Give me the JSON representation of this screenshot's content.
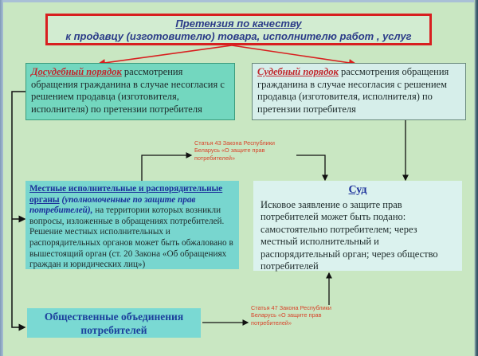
{
  "colors": {
    "background": "#c9e7c2",
    "title_border": "#d81f1f",
    "title_text": "#2b3b88",
    "heading_red": "#c1272d",
    "heading_blue": "#1b2f9a",
    "pretrial_fill": "#73d7bf",
    "judicial_fill": "#d6eeea",
    "local_fill": "#78d6cf",
    "court_fill": "#dbf2ee",
    "public_fill": "#7ad9d3",
    "note_text": "#d8442a",
    "connector": "#111111",
    "connector_red": "#d81f1f"
  },
  "title": {
    "line1": "Претензия по качеству",
    "line2": "к продавцу (изготовителю) товара, исполнителю работ , услуг"
  },
  "pretrial": {
    "heading": "Досудебный порядок",
    "text": " рассмотрения обращения гражданина в случае несогласия с решением продавца (изготовителя, исполнителя) по претензии потребителя"
  },
  "judicial": {
    "heading": "Судебный порядок",
    "text": " рассмотрения обращения гражданина в случае несогласия с решением продавца (изготовителя, исполнителя) по претензии потребителя"
  },
  "local_authorities": {
    "heading": "Местные исполнительные и распорядительные органы",
    "subheading": "(уполномоченные по защите прав потребителей),",
    "text1": " на территории которых возникли вопросы, изложенные в обращениях потребителей.",
    "text2": "Решение местных исполнительных и распорядительных органов может быть обжаловано в вышестоящий орган (ст. 20 Закона «Об обращениях граждан и юридических лиц»)"
  },
  "court": {
    "heading": "Суд",
    "text": "Исковое заявление о защите прав потребителей может быть подано: самостоятельно потребителем; через местный исполнительный и распорядительный орган; через общество потребителей"
  },
  "public_associations": {
    "label": "Общественные объединения потребителей"
  },
  "notes": {
    "article43": "Статья 43 Закона Республики Беларусь «О защите прав потребителей»",
    "article47": "Статья 47 Закона Республики Беларусь «О защите прав потребителей»"
  }
}
